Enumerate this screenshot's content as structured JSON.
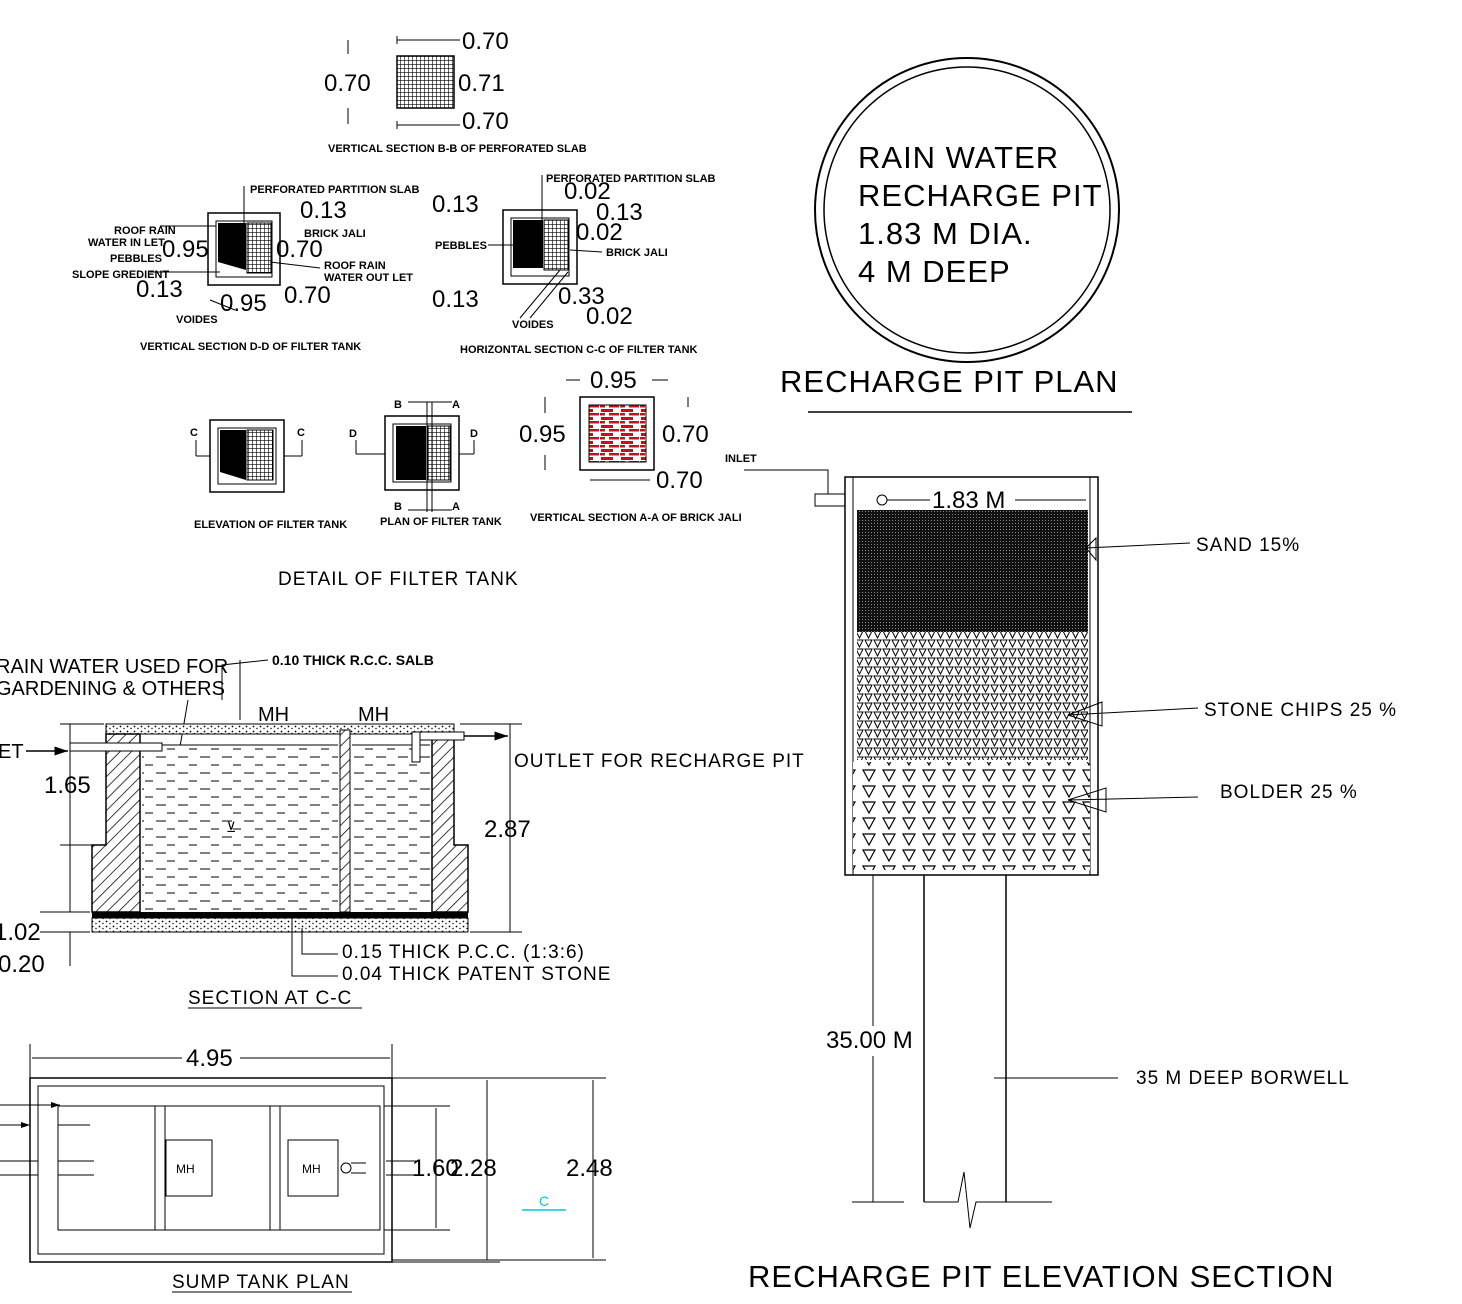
{
  "perforated_slab": {
    "dims": [
      "0.70",
      "0.70",
      "0.71",
      "0.70"
    ],
    "title": "VERTICAL SECTION B-B OF PERFORATED SLAB"
  },
  "section_dd": {
    "labels": [
      "PERFORATED PARTITION SLAB",
      "ROOF RAIN",
      "WATER IN LET",
      "PEBBLES",
      "SLOPE GREDIENT",
      "BRICK JALI",
      "ROOF RAIN",
      "WATER OUT LET",
      "VOIDES"
    ],
    "dims": [
      "0.13",
      "0.95",
      "0.70",
      "0.13",
      "0.95",
      "0.70"
    ],
    "title": "VERTICAL SECTION D-D OF FILTER TANK"
  },
  "section_cc_filter": {
    "labels": [
      "PERFORATED PARTITION SLAB",
      "PEBBLES",
      "BRICK JALI",
      "VOIDES"
    ],
    "dims": [
      "0.13",
      "0.02",
      "0.13",
      "0.02",
      "0.13",
      "0.33",
      "0.02"
    ],
    "title": "HORIZONTAL SECTION C-C OF FILTER TANK"
  },
  "elevation_filter": {
    "marks": [
      "C",
      "C"
    ],
    "title": "ELEVATION OF FILTER TANK"
  },
  "plan_filter": {
    "marks": [
      "D",
      "D",
      "B",
      "A",
      "B",
      "A"
    ],
    "title": "PLAN OF FILTER TANK"
  },
  "brick_jali": {
    "dims": [
      "0.95",
      "0.95",
      "0.70",
      "0.70"
    ],
    "title": "VERTICAL SECTION A-A OF BRICK JALI"
  },
  "detail_title": "DETAIL OF FILTER TANK",
  "recharge_plan": {
    "lines": [
      "RAIN WATER",
      "RECHARGE PIT",
      "1.83 M DIA.",
      "4 M DEEP"
    ],
    "title": "RECHARGE PIT PLAN"
  },
  "section_at_cc": {
    "left_notes": [
      "RAIN WATER USED FOR",
      "GARDENING & OTHERS"
    ],
    "slab_note": "0.10 THICK R.C.C. SALB",
    "mh": [
      "MH",
      "MH"
    ],
    "inlet": "ET",
    "outlet": "OUTLET FOR   RECHARGE PIT",
    "dims": [
      "1.65",
      "2.87",
      "1.02",
      "0.20"
    ],
    "bottom_notes": [
      "0.15 THICK P.C.C. (1:3:6)",
      "0.04 THICK PATENT STONE"
    ],
    "title": "SECTION AT C-C"
  },
  "sump_plan": {
    "dims": [
      "4.95",
      "1.60",
      "2.28",
      "2.48"
    ],
    "mh": [
      "MH",
      "MH"
    ],
    "section_mark": "C",
    "section_mark_color": "#00c8e0",
    "title": "SUMP TANK PLAN"
  },
  "elevation_section": {
    "inlet": "INLET",
    "diameter": "1.83 M",
    "layers": [
      "SAND    15%",
      "STONE CHIPS     25  %",
      "BOLDER     25    %"
    ],
    "depth": "35.00 M",
    "borewell": "35  M  DEEP  BORWELL",
    "title": "RECHARGE PIT ELEVATION SECTION"
  },
  "colors": {
    "brick": "#c0141a",
    "line": "#000000"
  }
}
